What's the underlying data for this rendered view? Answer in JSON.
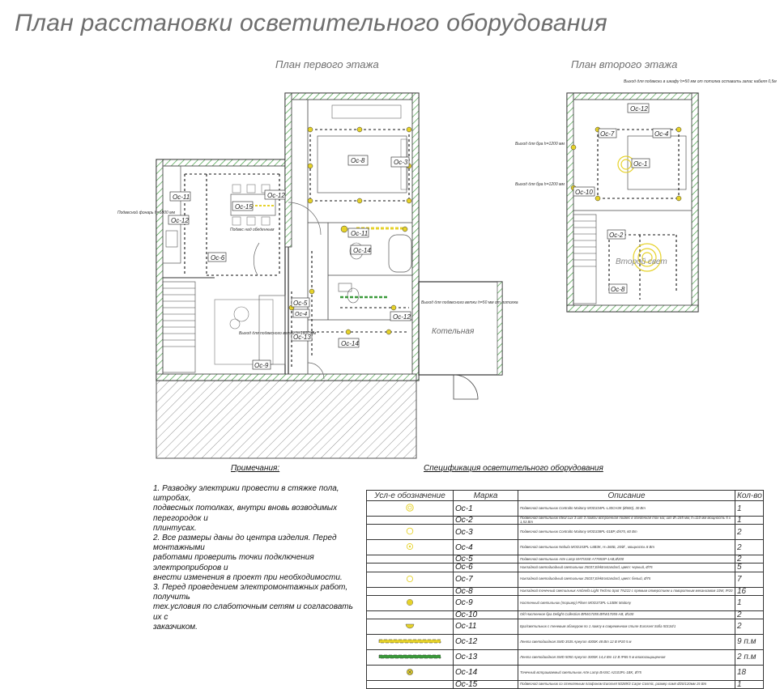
{
  "title": "План расстановки осветительного оборудования",
  "plans": {
    "first_floor_caption": "План первого этажа",
    "second_floor_caption": "План второго этажа",
    "boiler_room": "Котельная",
    "second_light_label": "Второй свет"
  },
  "fixture_labels": {
    "first_floor": [
      "Ос-8",
      "Ос-3",
      "Ос-11",
      "Ос-15",
      "Ос-12",
      "Ос-12",
      "Ос-6",
      "Ос-11",
      "Ос-14",
      "Ос-5",
      "Ос-13",
      "Ос-9",
      "Ос-12",
      "Ос-14",
      "Ос-4"
    ],
    "second_floor": [
      "Ос-12",
      "Ос-7",
      "Ос-4",
      "Ос-1",
      "Ос-10",
      "Ос-2",
      "Ос-8"
    ]
  },
  "annotations": {
    "pendant_height": "Подвесной фонарь h=1800 мм",
    "above_table": "Подвес над обеденным",
    "pendant_output": "Выход для подвесного ветки h=1600 мм",
    "pendant_cabinet": "Выход для подвесного ветки h=50 мм от потолка",
    "sconce_1200_a": "Выход для бра h=1200 мм",
    "sconce_1200_b": "Выход для бра h=1200 мм",
    "second_floor_pendant": "Выход для подвески в шкафу h=50 мм от потолка оставить запас кабеля 0,5м"
  },
  "notes": {
    "title": "Примечания:",
    "lines": [
      "1. Разводку электрики провести в стяжке пола, штробах,",
      "подвесных потолках, внутри вновь возводимых перегородок и",
      "плинтусах.",
      "2. Все размеры даны до центра изделия. Перед монтажными",
      "работами проверить точки подключения электроприборов и",
      "внести изменения в проект при необходимости.",
      "3. Перед проведением электромонтажных работ, получить",
      "тех.условия по слаботочным сетям и согласовать их с",
      "заказчиком."
    ]
  },
  "spec": {
    "title": "Спецификация осветительного оборудования",
    "headers": [
      "Усл-е обозначение",
      "Марка",
      "Описание",
      "Кол-во"
    ],
    "rows": [
      {
        "symbol": "ring-double-icon",
        "mark": "Ос-1",
        "desc": "Подвесной светильник Contralto Maitony MOD334PL-L30CH3K (Ø600), 30 Вт",
        "qty": "1"
      },
      {
        "symbol": "blank",
        "mark": "Ос-2",
        "desc": "Подвесной светильник Ideal Lux 3 шт 3 лампы встроенная подвес в обеденная тон ма; шт Ø=165 мм, h=110 мм мощность 5 х 1,53 Вт",
        "qty": "1"
      },
      {
        "symbol": "ring-small-icon",
        "mark": "Ос-3",
        "desc": "Подвесной светильник Contralto Maitony MOD338PL-01BP, Ø475, 60 Вт",
        "qty": "2"
      },
      {
        "symbol": "ring-dot-icon",
        "mark": "Ос-4",
        "desc": "Подвесной светильник Nebula MOD153PL-L8B3K, H=360Б, 20/Ø , мощность 8 Вт",
        "qty": "2"
      },
      {
        "symbol": "blank",
        "mark": "Ос-5",
        "desc": "Подвесной светильник Arte Lamp MATISSE A7765SP-1AB,Ø200",
        "qty": "2"
      },
      {
        "symbol": "blank",
        "mark": "Ос-6",
        "desc": "Накладной светодиодный светильник 25037,Elektrostandard, цвет: черный, Ø75",
        "qty": "5"
      },
      {
        "symbol": "circle-icon",
        "mark": "Ос-7",
        "desc": "Накладной светодиодный светильник 25037,Elektrostandard, цвет: белый, Ø75",
        "qty": "7"
      },
      {
        "symbol": "blank",
        "mark": "Ос-8",
        "desc": "Накладной точечный светильник Ambrella Light Techno Spot TN222 с прямым отверстием и поворотным механизмом 10W, IP20",
        "qty": "16"
      },
      {
        "symbol": "wall-light-icon",
        "mark": "Ос-9",
        "desc": "Настенный светильник (торшер) Pilsen MOD373PL-L10BK Maitony",
        "qty": "1"
      },
      {
        "symbol": "blank",
        "mark": "Ос-10",
        "desc": "Old Настенное бра Delight Collection BRW17055 BRW17055-AB, Ø100",
        "qty": "2"
      },
      {
        "symbol": "half-circle-icon",
        "mark": "Ос-11",
        "desc": "Бра/светильник с теневым абажуром по 1 лампу в современном стиле Eurosvet Sofia 50134/1",
        "qty": "2"
      },
      {
        "symbol": "led-strip-yellow-icon",
        "mark": "Ос-12",
        "desc": "Лента светодиодная SMD 3535 Apeyron 4000K 48 Вт 12 В IP20 5 м",
        "qty": "9 п.м"
      },
      {
        "symbol": "led-strip-green-icon",
        "mark": "Ос-13",
        "desc": "Лента светодиодная SMD 5050 Apeyron 3000K 14,4 Вт 12 В IP65 5 м влагозащищенная",
        "qty": "2 п.м"
      },
      {
        "symbol": "cross-circle-icon",
        "mark": "Ос-14",
        "desc": "Точечный встраиваемый светильник Arte Lamp BASIC A2103PL-1BK, Ø75",
        "qty": "18"
      },
      {
        "symbol": "blank",
        "mark": "Ос-15",
        "desc": "Подвесной светильник со стеклянным плафоном Eurosvet 50289/3 Carpe Cosmic, размер ламп Ø20/120мм 15 Вт",
        "qty": "1"
      }
    ]
  },
  "colors": {
    "wall_hatch": "#3a9a3a",
    "wiring": "#111111",
    "fixture_yellow": "#e6d22a",
    "title_grey": "#6e6e6e"
  }
}
